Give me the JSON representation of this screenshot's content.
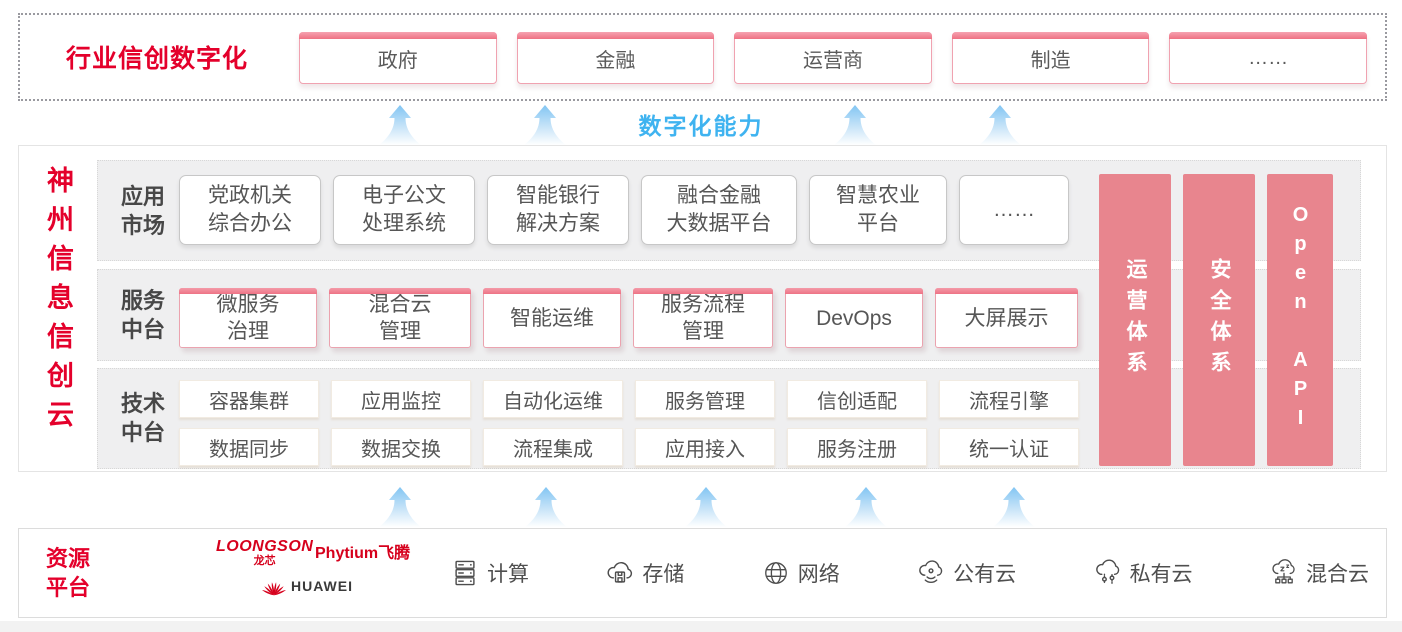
{
  "top_section": {
    "label": "行业信创数字化",
    "industries": [
      "政府",
      "金融",
      "运营商",
      "制造",
      "……"
    ]
  },
  "capability_label": "数字化能力",
  "main_section": {
    "title": "神州信息信创云",
    "rows": [
      {
        "label": "应用\n市场",
        "items": [
          "党政机关\n综合办公",
          "电子公文\n处理系统",
          "智能银行\n解决方案",
          "融合金融\n大数据平台",
          "智慧农业\n平台",
          "……"
        ]
      },
      {
        "label": "服务\n中台",
        "items": [
          "微服务\n治理",
          "混合云\n管理",
          "智能运维",
          "服务流程\n管理",
          "DevOps",
          "大屏展示"
        ]
      },
      {
        "label": "技术\n中台",
        "items_top": [
          "容器集群",
          "应用监控",
          "自动化运维",
          "服务管理",
          "信创适配",
          "流程引擎"
        ],
        "items_bottom": [
          "数据同步",
          "数据交换",
          "流程集成",
          "应用接入",
          "服务注册",
          "统一认证"
        ]
      }
    ],
    "pillars": [
      "运营体系",
      "安全体系",
      "Open API"
    ]
  },
  "resource_section": {
    "label": "资源\n平台",
    "vendors": [
      {
        "name": "LOONGSON",
        "sub": "龙芯"
      },
      {
        "name": "Phytium飞腾"
      },
      {
        "name": "HUAWEI"
      }
    ],
    "resources": [
      {
        "icon": "compute-icon",
        "label": "计算"
      },
      {
        "icon": "storage-icon",
        "label": "存储"
      },
      {
        "icon": "network-icon",
        "label": "网络"
      },
      {
        "icon": "public-cloud-icon",
        "label": "公有云"
      },
      {
        "icon": "private-cloud-icon",
        "label": "私有云"
      },
      {
        "icon": "hybrid-cloud-icon",
        "label": "混合云"
      }
    ]
  },
  "colors": {
    "accent_red": "#e4002b",
    "pillar_pink": "#e8858e",
    "card_pink_border": "#f0a2b0",
    "card_pink_top": "#ee7183",
    "capability_blue": "#3fb3f0",
    "band_gray": "#efeff0",
    "text_dark": "#565656"
  }
}
